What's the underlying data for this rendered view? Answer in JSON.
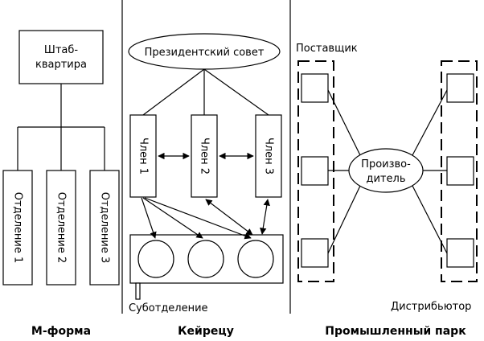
{
  "mform": {
    "hq_line1": "Штаб-",
    "hq_line2": "квартира",
    "divisions": [
      "Отделение 1",
      "Отделение 2",
      "Отделение 3"
    ],
    "caption": "М-форма"
  },
  "keiretsu": {
    "council": "Президентский совет",
    "members": [
      "Член 1",
      "Член 2",
      "Член 3"
    ],
    "subdivision": "Суботделение",
    "caption": "Кейрецу"
  },
  "park": {
    "supplier": "Поставщик",
    "producer_line1": "Произво-",
    "producer_line2": "дитель",
    "distributor": "Дистрибьютор",
    "caption": "Промышленный парк"
  }
}
